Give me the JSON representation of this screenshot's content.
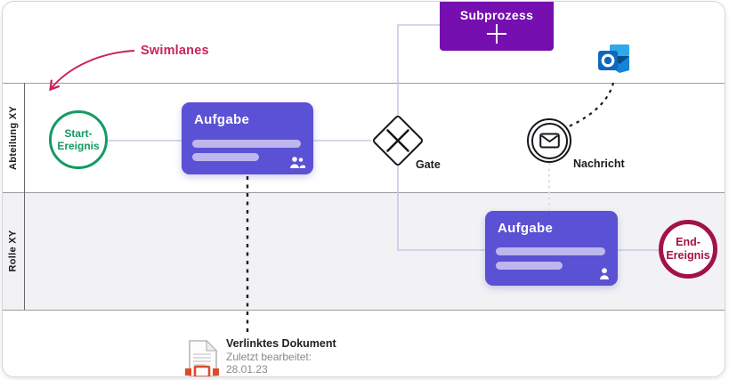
{
  "annotation": {
    "label": "Swimlanes"
  },
  "lanes": [
    {
      "label": "Abteilung XY"
    },
    {
      "label": "Rolle XY"
    }
  ],
  "nodes": {
    "start_event": {
      "line1": "Start-",
      "line2": "Ereignis"
    },
    "task1": {
      "title": "Aufgabe"
    },
    "gateway": {
      "label": "Gate"
    },
    "subprocess": {
      "title": "Subprozess"
    },
    "message": {
      "label": "Nachricht"
    },
    "task2": {
      "title": "Aufgabe"
    },
    "end_event": {
      "line1": "End-",
      "line2": "Ereignis"
    }
  },
  "document_note": {
    "title": "Verlinktes Dokument",
    "line1": "Zuletzt bearbeitet:",
    "line2": "28.01.23"
  },
  "colors": {
    "task_fill": "#5B51D4",
    "task_placeholder": "#BDB7EE",
    "subprocess_fill": "#750FAF",
    "start_event": "#149A62",
    "end_event": "#A31246",
    "annotation_pink": "#C8245F",
    "connector": "#C9C8E8",
    "lane2_background": "#F2F2F5",
    "outline_dark": "#17171C",
    "document_accent": "#DD4B2D"
  }
}
